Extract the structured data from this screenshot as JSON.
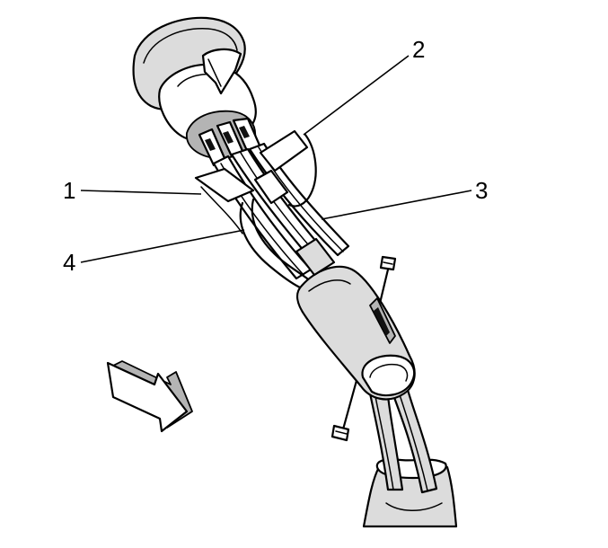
{
  "callouts": [
    {
      "id": "1",
      "label": "1"
    },
    {
      "id": "2",
      "label": "2"
    },
    {
      "id": "3",
      "label": "3"
    },
    {
      "id": "4",
      "label": "4"
    }
  ],
  "icons": {
    "direction_arrow": "direction-arrow-icon"
  }
}
